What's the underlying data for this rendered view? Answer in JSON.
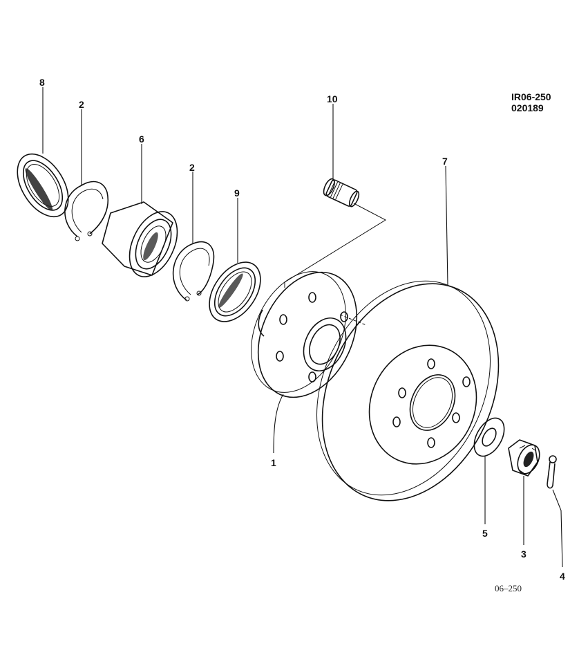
{
  "reference": {
    "line1": "IR06-250",
    "line2": "020189"
  },
  "figure_code": "06–250",
  "callouts": [
    "8",
    "2",
    "6",
    "2",
    "9",
    "10",
    "7",
    "1",
    "5",
    "3",
    "4"
  ]
}
